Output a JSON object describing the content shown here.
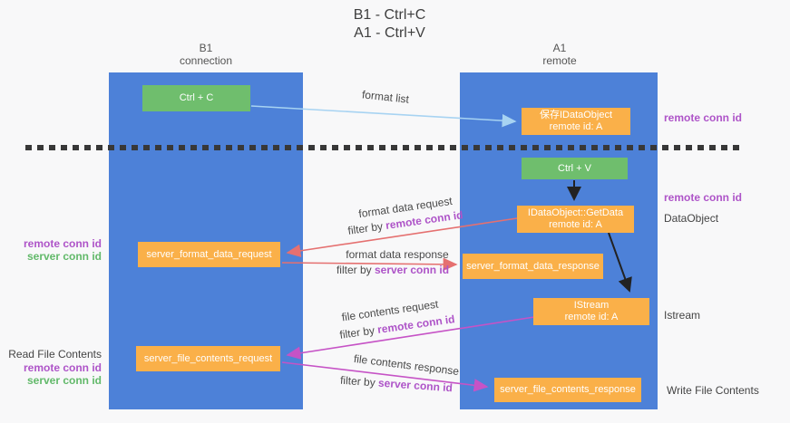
{
  "title": {
    "line1": "B1 - Ctrl+C",
    "line2": "A1 - Ctrl+V"
  },
  "columns": {
    "left": {
      "name": "B1",
      "subtitle": "connection"
    },
    "right": {
      "name": "A1",
      "subtitle": "remote"
    }
  },
  "nodes": {
    "ctrl_c": "Ctrl + C",
    "save_dataobject": {
      "line1": "保存IDataObject",
      "line2": "remote id: A"
    },
    "ctrl_v": "Ctrl + V",
    "getdata": {
      "line1": "IDataObject::GetData",
      "line2": "remote id: A"
    },
    "format_request": "server_format_data_request",
    "format_response": "server_format_data_response",
    "istream": {
      "line1": "IStream",
      "line2": "remote id: A"
    },
    "file_request": "server_file_contents_request",
    "file_response": "server_file_contents_response"
  },
  "arrow_labels": {
    "format_list": "format list",
    "format_data_request": "format data request",
    "filter_remote_1": {
      "prefix": "filter by ",
      "highlight": "remote conn id"
    },
    "format_data_response": "format data response",
    "filter_server_1": {
      "prefix": "filter by ",
      "highlight": "server conn id"
    },
    "file_contents_request": "file contents request",
    "filter_remote_2": {
      "prefix": "filter by ",
      "highlight": "remote conn id"
    },
    "file_contents_response": "file contents response",
    "filter_server_2": {
      "prefix": "filter by ",
      "highlight": "server conn id"
    }
  },
  "side_labels": {
    "right_remote_1": "remote conn id",
    "right_remote_2": "remote conn id",
    "dataobject": "DataObject",
    "istream": "Istream",
    "write_file": "Write File Contents",
    "left_remote_1": "remote conn id",
    "left_server_1": "server conn id",
    "read_file": "Read File Contents",
    "left_remote_2": "remote conn id",
    "left_server_2": "server conn id"
  },
  "colors": {
    "lane_blue": "#4d81d8",
    "node_green": "#6fbe6d",
    "node_orange": "#fab049",
    "arrow_lightblue": "#a7d3f2",
    "arrow_red": "#e57070",
    "arrow_magenta": "#c653c6",
    "arrow_black": "#222222",
    "text_purple": "#ae54c8",
    "text_green": "#62b96a"
  }
}
